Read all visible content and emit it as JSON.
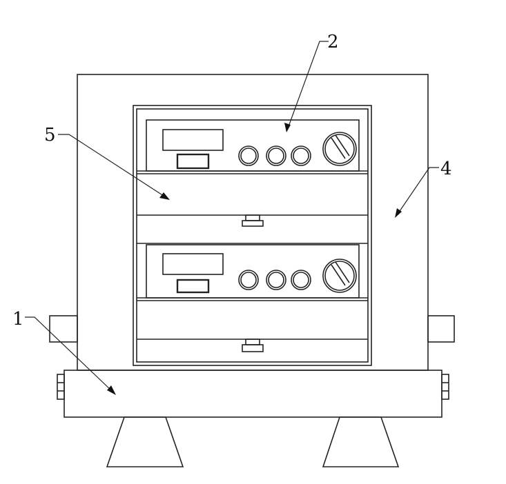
{
  "labels": {
    "base": "1",
    "control_panel": "2",
    "housing": "4",
    "drawer": "5"
  },
  "colors": {
    "line": "#222222",
    "background": "#ffffff"
  }
}
